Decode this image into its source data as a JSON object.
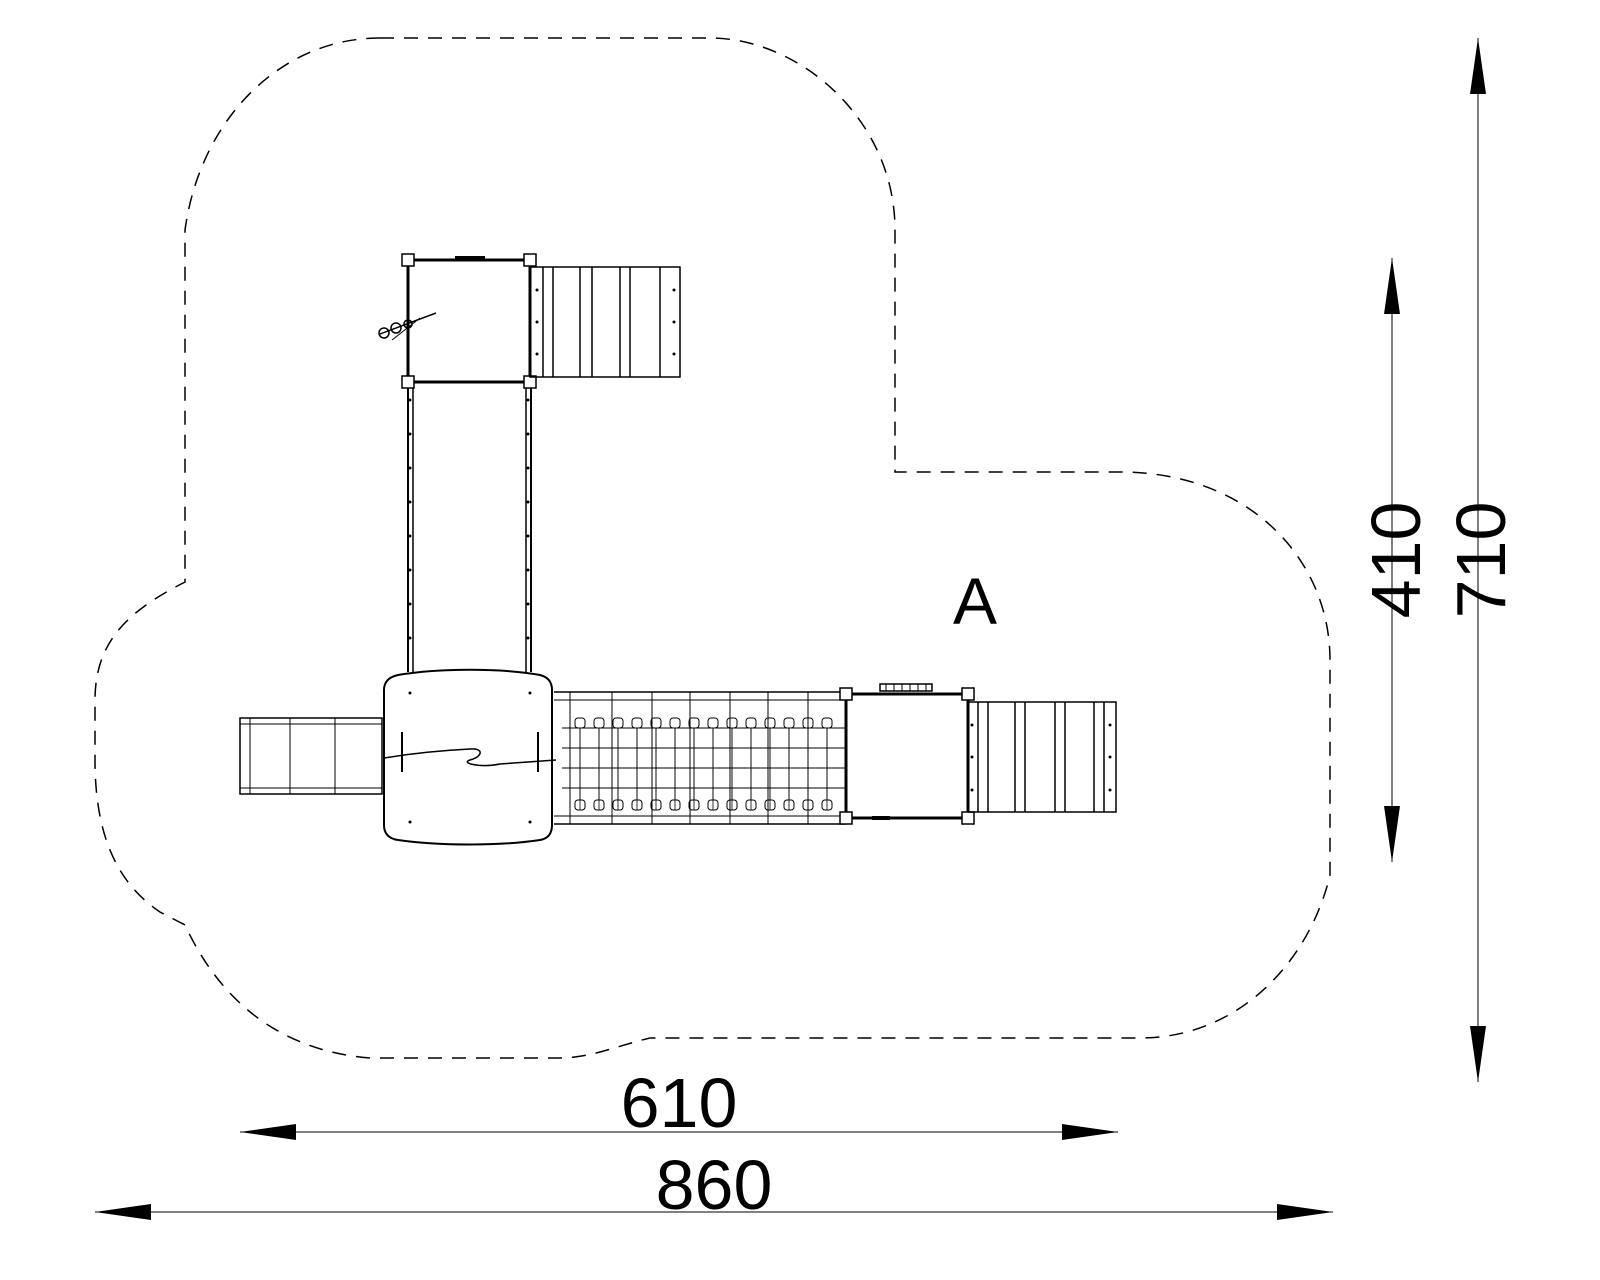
{
  "drawing": {
    "zone_label": "A",
    "dimensions": {
      "inner_width": "610",
      "outer_width": "860",
      "inner_height": "410",
      "outer_height": "710"
    },
    "colors": {
      "line": "#000000",
      "background": "#ffffff"
    }
  }
}
